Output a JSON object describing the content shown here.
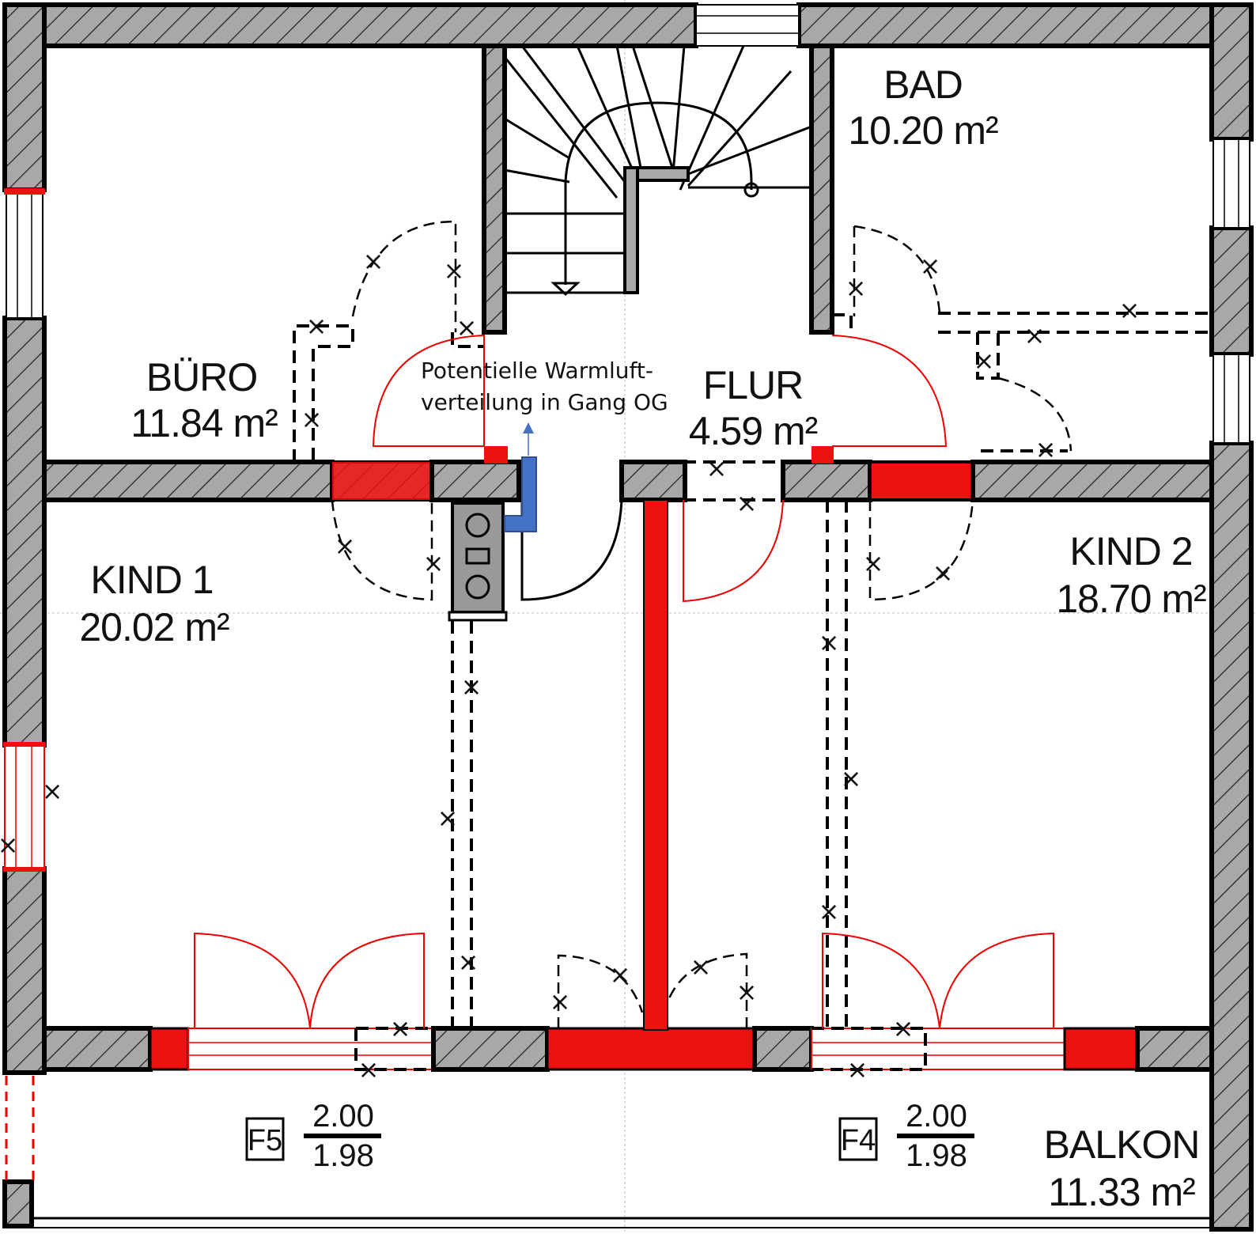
{
  "rooms": {
    "buero": {
      "name": "BÜRO",
      "area": "11.84 m²"
    },
    "bad": {
      "name": "BAD",
      "area": "10.20 m²"
    },
    "flur": {
      "name": "FLUR",
      "area": "4.59 m²"
    },
    "kind1": {
      "name": "KIND 1",
      "area": "20.02 m²"
    },
    "kind2": {
      "name": "KIND 2",
      "area": "18.70 m²"
    },
    "balkon": {
      "name": "BALKON",
      "area": "11.33 m²"
    }
  },
  "annotation": {
    "line1": "Potentielle Warmluft-",
    "line2": "verteilung in Gang OG"
  },
  "windows": {
    "f5": {
      "label": "F5",
      "top": "2.00",
      "bottom": "1.98"
    },
    "f4": {
      "label": "F4",
      "top": "2.00",
      "bottom": "1.98"
    }
  },
  "colors": {
    "wall_hatch": "#a8a8a8",
    "new_wall": "#ee1111",
    "duct": "#4472c4",
    "removed_line": "#000000"
  },
  "marks": {
    "x": "×"
  }
}
